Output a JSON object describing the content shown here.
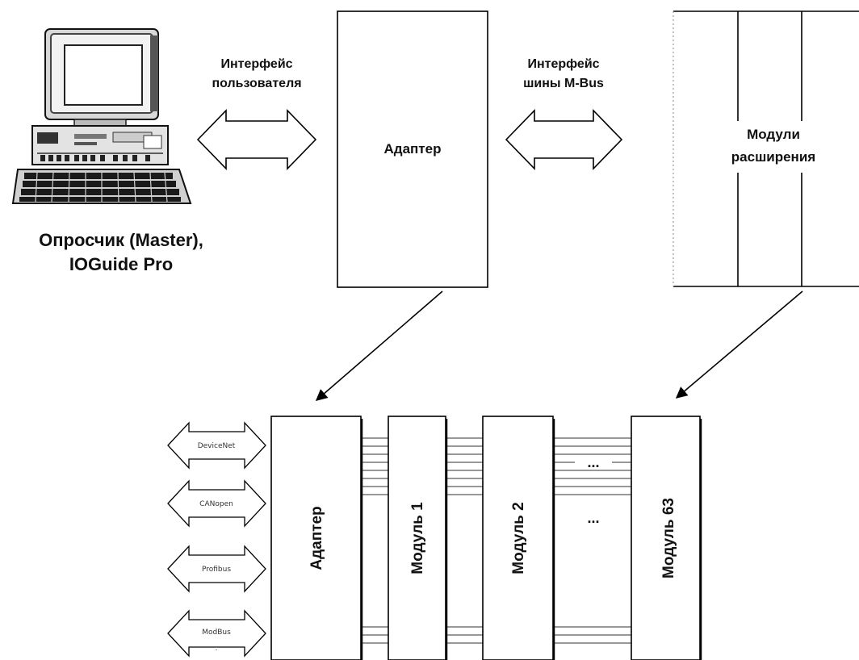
{
  "top": {
    "user_interface_label": [
      "Интерфейс",
      "пользователя"
    ],
    "bus_interface_label": [
      "Интерфейс",
      "шины  M-Bus"
    ],
    "adapter_label": "Адаптер",
    "modules_label": [
      "Модули",
      "расширения"
    ],
    "master_label": [
      "Опросчик (Master),",
      "IOGuide Pro"
    ]
  },
  "bottom": {
    "protocols": [
      "DeviceNet",
      "CANopen",
      "Profibus",
      "ModBus"
    ],
    "protocols_more": ":",
    "adapter_label": "Адаптер",
    "module_1_label": "Модуль 1",
    "module_2_label": "Модуль 2",
    "module_63_label": "Модуль 63",
    "ellipsis": "..."
  }
}
